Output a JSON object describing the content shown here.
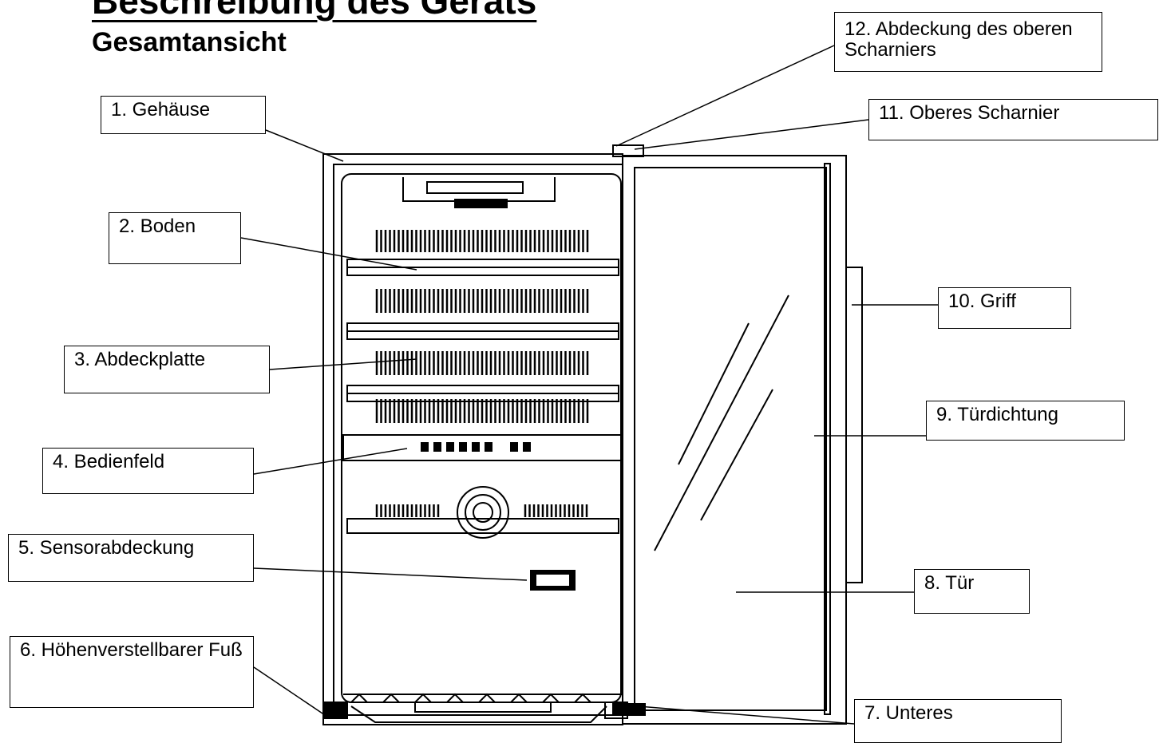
{
  "heading": "Beschreibung des Geräts",
  "subheading": "Gesamtansicht",
  "labels": {
    "l1": "1.   Gehäuse",
    "l2": "2. Boden",
    "l3": "3. Abdeckplatte",
    "l4": "4. Bedienfeld",
    "l5": "5. Sensorabdeckung",
    "l6": "6. Höhenverstellbarer Fuß",
    "l7": "7. Unteres",
    "l8": "8. Tür",
    "l9": "9. Türdichtung",
    "l10": "10. Griff",
    "l11": "11. Oberes Scharnier",
    "l12": "12. Abdeckung des oberen Scharniers"
  }
}
